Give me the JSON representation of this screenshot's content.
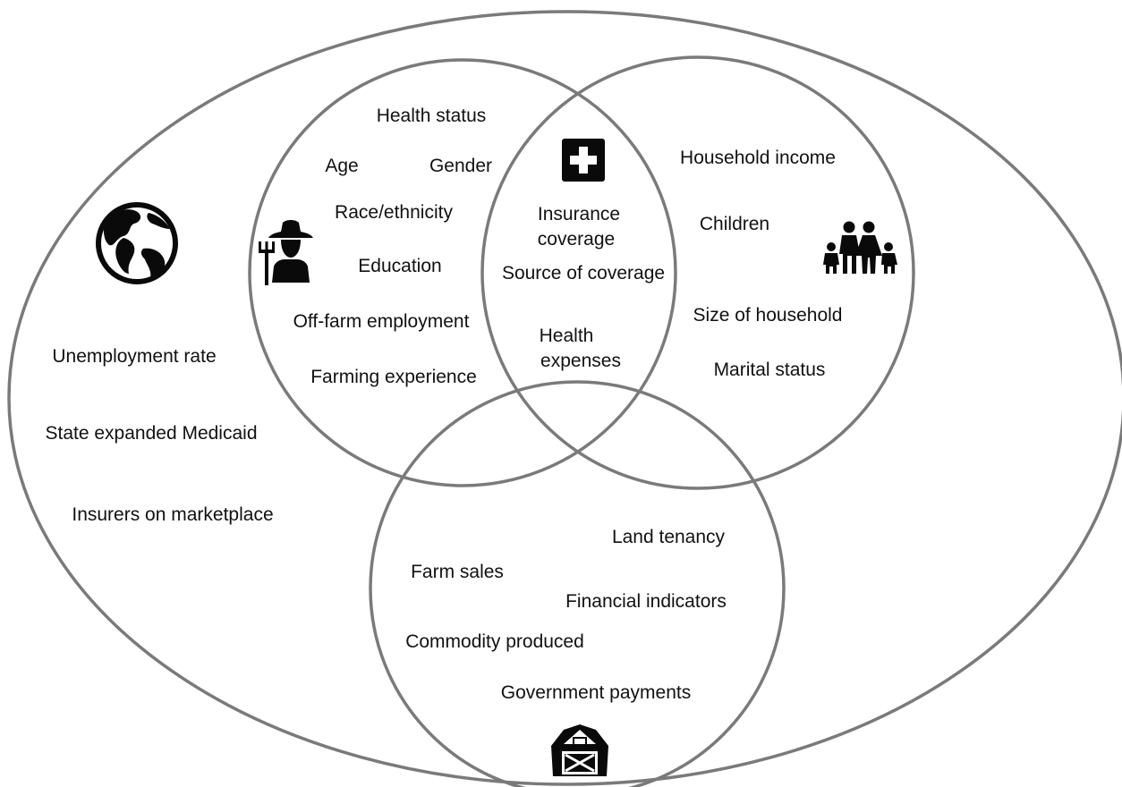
{
  "colors": {
    "outline": "#7a7a7a",
    "text": "#111111",
    "icon": "#0a0a0a",
    "background": "#ffffff"
  },
  "context": {
    "icon": "globe-icon",
    "labels": [
      "Unemployment rate",
      "State expanded Medicaid",
      "Insurers on marketplace"
    ]
  },
  "operator": {
    "icon": "farmer-icon",
    "labels": [
      "Health status",
      "Age",
      "Gender",
      "Race/ethnicity",
      "Education",
      "Off-farm employment",
      "Farming experience"
    ]
  },
  "health": {
    "icon": "medical-cross-icon",
    "labels": [
      "Insurance",
      "coverage",
      "Source of coverage",
      "Health",
      "expenses"
    ]
  },
  "household": {
    "icon": "family-icon",
    "labels": [
      "Household income",
      "Children",
      "Size of household",
      "Marital status"
    ]
  },
  "farm": {
    "icon": "barn-icon",
    "labels": [
      "Land tenancy",
      "Farm sales",
      "Financial indicators",
      "Commodity produced",
      "Government payments"
    ]
  }
}
